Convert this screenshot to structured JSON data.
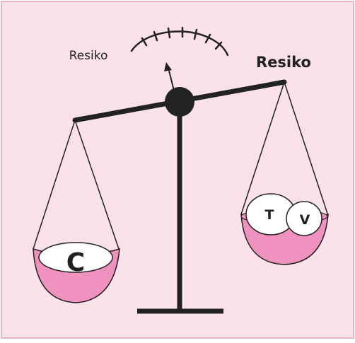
{
  "labels": {
    "risk_left": "Resiko",
    "risk_right": "Resiko",
    "right_pan_item_1": "T",
    "right_pan_item_2": "V",
    "left_pan_item": "C"
  },
  "colors": {
    "background": "#fbe1ea",
    "frame": "#e3b9c8",
    "pan_fill": "#ef92bd",
    "line": "#222222",
    "item_fill": "#ffffff"
  },
  "icons": {
    "gauge": "gauge-dial-icon",
    "pivot": "pivot-knob-icon"
  }
}
